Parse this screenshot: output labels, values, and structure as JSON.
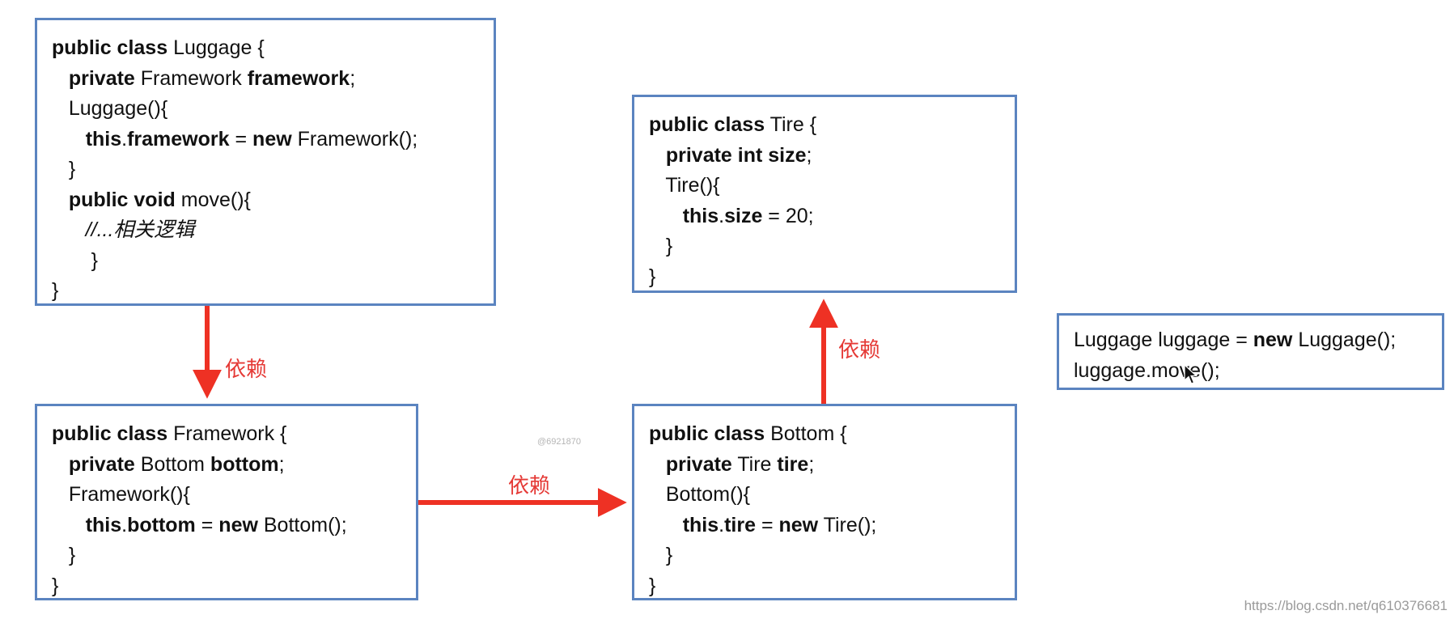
{
  "boxes": {
    "luggage": [
      [
        {
          "t": "public class",
          "b": 1
        },
        {
          "t": " Luggage {"
        }
      ],
      [
        {
          "t": "   "
        },
        {
          "t": "private",
          "b": 1
        },
        {
          "t": " Framework "
        },
        {
          "t": "framework",
          "b": 1
        },
        {
          "t": ";"
        }
      ],
      [
        {
          "t": "   Luggage(){"
        }
      ],
      [
        {
          "t": "      "
        },
        {
          "t": "this",
          "b": 1
        },
        {
          "t": "."
        },
        {
          "t": "framework",
          "b": 1
        },
        {
          "t": " = "
        },
        {
          "t": "new",
          "b": 1
        },
        {
          "t": " Framework();"
        }
      ],
      [
        {
          "t": "   }"
        }
      ],
      [
        {
          "t": "   "
        },
        {
          "t": "public void",
          "b": 1
        },
        {
          "t": " move(){"
        }
      ],
      [
        {
          "t": "      "
        },
        {
          "t": "//...相关逻辑",
          "i": 1
        }
      ],
      [
        {
          "t": "       }"
        }
      ],
      [
        {
          "t": "}"
        }
      ]
    ],
    "framework": [
      [
        {
          "t": "public class",
          "b": 1
        },
        {
          "t": " Framework {"
        }
      ],
      [
        {
          "t": "   "
        },
        {
          "t": "private",
          "b": 1
        },
        {
          "t": " Bottom "
        },
        {
          "t": "bottom",
          "b": 1
        },
        {
          "t": ";"
        }
      ],
      [
        {
          "t": "   Framework(){"
        }
      ],
      [
        {
          "t": "      "
        },
        {
          "t": "this",
          "b": 1
        },
        {
          "t": "."
        },
        {
          "t": "bottom",
          "b": 1
        },
        {
          "t": " = "
        },
        {
          "t": "new",
          "b": 1
        },
        {
          "t": " Bottom();"
        }
      ],
      [
        {
          "t": "   }"
        }
      ],
      [
        {
          "t": "}"
        }
      ]
    ],
    "tire": [
      [
        {
          "t": "public class",
          "b": 1
        },
        {
          "t": " Tire {"
        }
      ],
      [
        {
          "t": "   "
        },
        {
          "t": "private int size",
          "b": 1
        },
        {
          "t": ";"
        }
      ],
      [
        {
          "t": "   Tire(){"
        }
      ],
      [
        {
          "t": "      "
        },
        {
          "t": "this",
          "b": 1
        },
        {
          "t": "."
        },
        {
          "t": "size",
          "b": 1
        },
        {
          "t": " = 20;"
        }
      ],
      [
        {
          "t": "   }"
        }
      ],
      [
        {
          "t": "}"
        }
      ]
    ],
    "bottom": [
      [
        {
          "t": "public class",
          "b": 1
        },
        {
          "t": " Bottom {"
        }
      ],
      [
        {
          "t": "   "
        },
        {
          "t": "private",
          "b": 1
        },
        {
          "t": " Tire "
        },
        {
          "t": "tire",
          "b": 1
        },
        {
          "t": ";"
        }
      ],
      [
        {
          "t": "   Bottom(){"
        }
      ],
      [
        {
          "t": "      "
        },
        {
          "t": "this",
          "b": 1
        },
        {
          "t": "."
        },
        {
          "t": "tire",
          "b": 1
        },
        {
          "t": " = "
        },
        {
          "t": "new",
          "b": 1
        },
        {
          "t": " Tire();"
        }
      ],
      [
        {
          "t": "   }"
        }
      ],
      [
        {
          "t": "}"
        }
      ]
    ],
    "usage": [
      [
        {
          "t": "Luggage luggage = "
        },
        {
          "t": "new",
          "b": 1
        },
        {
          "t": " Luggage();"
        }
      ],
      [
        {
          "t": "luggage.move();"
        }
      ]
    ]
  },
  "labels": {
    "dep1": "依赖",
    "dep2": "依赖",
    "dep3": "依赖"
  },
  "colors": {
    "box_border": "#5b84c0",
    "arrow": "#ee3124",
    "label": "#e53935"
  },
  "watermark": "https://blog.csdn.net/q610376681",
  "center_mark": "@6921870",
  "cursor_icon": "mouse-pointer-icon"
}
